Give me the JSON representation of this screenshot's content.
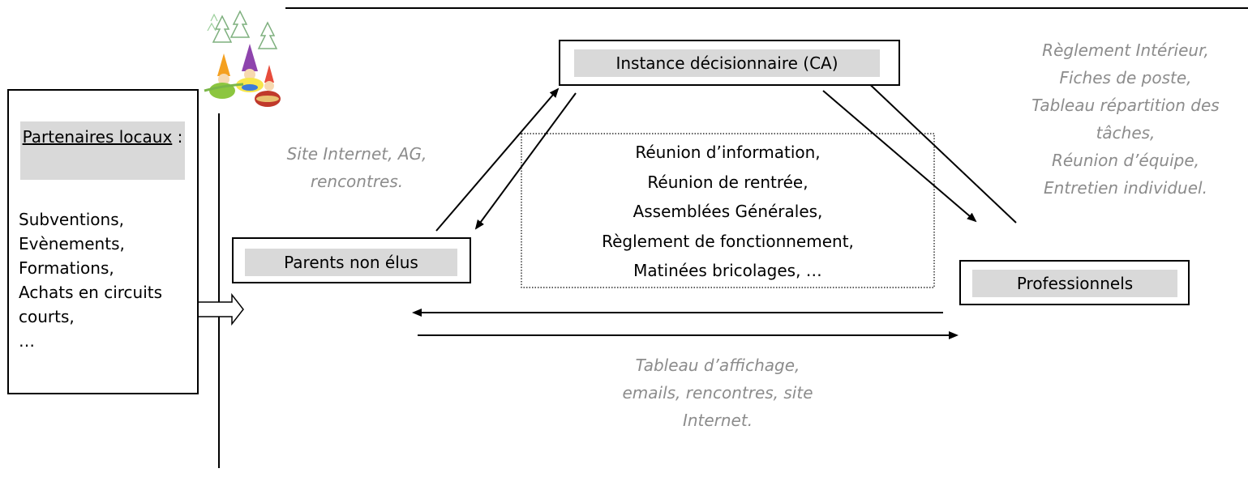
{
  "partenaires": {
    "title_underlined": "Partenaires locaux",
    "title_suffix": " :",
    "items": [
      "Subventions,",
      "Evènements,",
      "Formations,",
      "Achats en circuits courts,",
      "…"
    ]
  },
  "instance": {
    "label": "Instance décisionnaire (CA)"
  },
  "parents": {
    "label": "Parents non élus"
  },
  "professionnels": {
    "label": "Professionnels"
  },
  "center_box": {
    "lines": [
      "Réunion d’information,",
      "Réunion de rentrée,",
      "Assemblées Générales,",
      "Règlement de fonctionnement,",
      "Matinées bricolages, …"
    ]
  },
  "notes": {
    "parents_ca": [
      "Site Internet, AG,",
      "rencontres."
    ],
    "pros_ca": [
      "Règlement Intérieur,",
      "Fiches de poste,",
      "Tableau répartition des",
      "tâches,",
      "Réunion d’équipe,",
      "Entretien individuel."
    ],
    "parents_pros": [
      "Tableau d’affichage,",
      "emails, rencontres, site",
      "Internet."
    ]
  },
  "icons": {
    "logo": "gnome-figures-logo"
  },
  "colors": {
    "label_bg": "#d9d9d9",
    "note_text": "#8c8c8c",
    "line": "#000000"
  }
}
